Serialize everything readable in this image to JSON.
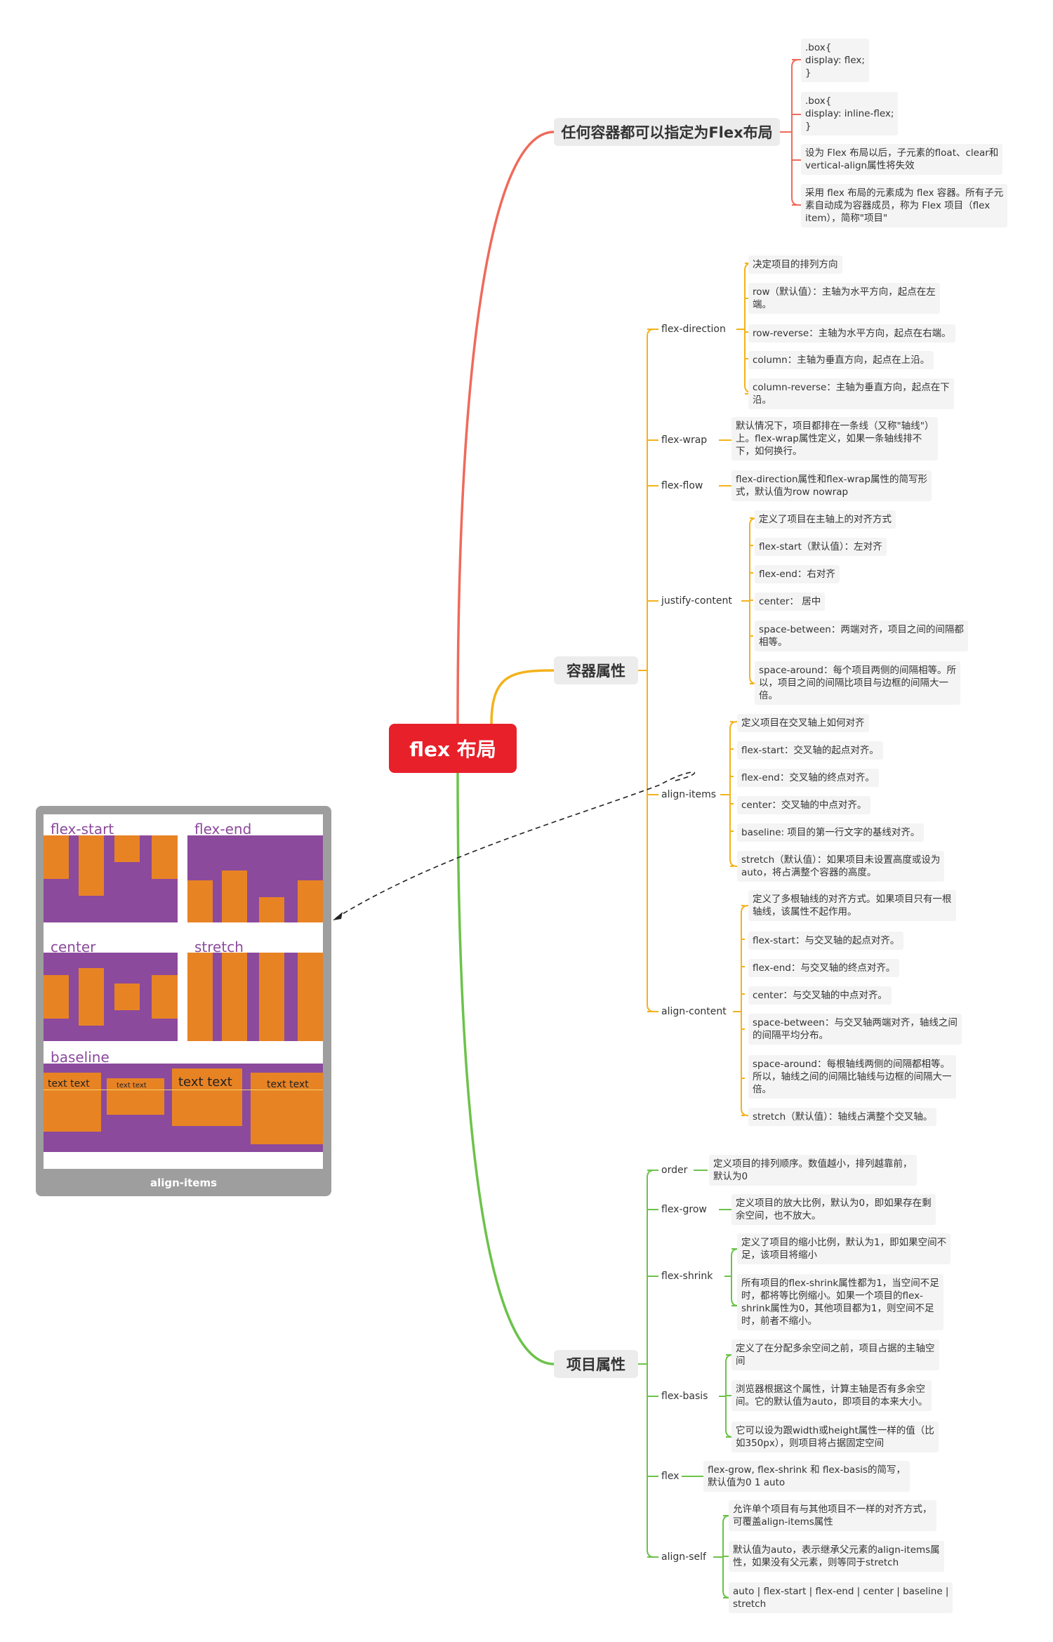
{
  "root": {
    "label": "flex 布局"
  },
  "branches": {
    "container_any": {
      "label": "任何容器都可以指定为Flex布局",
      "color": "#ef6a5a"
    },
    "container_props": {
      "label": "容器属性",
      "color": "#f3b21c"
    },
    "item_props": {
      "label": "项目属性",
      "color": "#6cc24a"
    }
  },
  "container_any_items": [
    ".box{\n  display: flex;\n}",
    ".box{\n  display: inline-flex;\n}",
    "设为 Flex 布局以后，子元素的float、clear和\nvertical-align属性将失效",
    "采用 flex 布局的元素成为 flex 容器。所有子元\n素自动成为容器成员，称为 Flex 项目（flex\nitem），简称\"项目\""
  ],
  "container_props_children": [
    {
      "label": "flex-direction",
      "items": [
        "决定项目的排列方向",
        "row（默认值）：主轴为水平方向，起点在左\n端。",
        "row-reverse：主轴为水平方向，起点在右端。",
        "column：主轴为垂直方向，起点在上沿。",
        "column-reverse：主轴为垂直方向，起点在下\n沿。"
      ]
    },
    {
      "label": "flex-wrap",
      "items": [
        "默认情况下，项目都排在一条线（又称\"轴线\"）\n上。flex-wrap属性定义，如果一条轴线排不\n下，如何换行。"
      ]
    },
    {
      "label": "flex-flow",
      "items": [
        "flex-direction属性和flex-wrap属性的简写形\n式，默认值为row nowrap"
      ]
    },
    {
      "label": "justify-content",
      "items": [
        "定义了项目在主轴上的对齐方式",
        "flex-start（默认值）：左对齐",
        "flex-end：右对齐",
        "center： 居中",
        "space-between：两端对齐，项目之间的间隔都\n相等。",
        "space-around：每个项目两侧的间隔相等。所\n以，项目之间的间隔比项目与边框的间隔大一\n倍。"
      ]
    },
    {
      "label": "align-items",
      "items": [
        "定义项目在交叉轴上如何对齐",
        "flex-start：交叉轴的起点对齐。",
        "flex-end：交叉轴的终点对齐。",
        "center：交叉轴的中点对齐。",
        "baseline: 项目的第一行文字的基线对齐。",
        "stretch（默认值）：如果项目未设置高度或设为\nauto，将占满整个容器的高度。"
      ]
    },
    {
      "label": "align-content",
      "items": [
        "定义了多根轴线的对齐方式。如果项目只有一根\n轴线，该属性不起作用。",
        "flex-start：与交叉轴的起点对齐。",
        "flex-end：与交叉轴的终点对齐。",
        "center：与交叉轴的中点对齐。",
        "space-between：与交叉轴两端对齐，轴线之间\n的间隔平均分布。",
        "space-around：每根轴线两侧的间隔都相等。\n所以，轴线之间的间隔比轴线与边框的间隔大一\n倍。",
        "stretch（默认值）：轴线占满整个交叉轴。"
      ]
    }
  ],
  "item_props_children": [
    {
      "label": "order",
      "items": [
        "定义项目的排列顺序。数值越小，排列越靠前，\n默认为0"
      ]
    },
    {
      "label": "flex-grow",
      "items": [
        "定义项目的放大比例，默认为0，即如果存在剩\n余空间，也不放大。"
      ]
    },
    {
      "label": "flex-shrink",
      "items": [
        "定义了项目的缩小比例，默认为1，即如果空间不\n足，该项目将缩小",
        "所有项目的flex-shrink属性都为1，当空间不足\n时，都将等比例缩小。如果一个项目的flex-\nshrink属性为0，其他项目都为1，则空间不足\n时，前者不缩小。"
      ]
    },
    {
      "label": "flex-basis",
      "items": [
        "定义了在分配多余空间之前，项目占据的主轴空\n间",
        "浏览器根据这个属性，计算主轴是否有多余空\n间。它的默认值为auto，即项目的本来大小。",
        "它可以设为跟width或height属性一样的值（比\n如350px），则项目将占据固定空间"
      ]
    },
    {
      "label": "flex",
      "items": [
        "flex-grow, flex-shrink 和 flex-basis的简写，\n默认值为0 1 auto"
      ]
    },
    {
      "label": "align-self",
      "items": [
        "允许单个项目有与其他项目不一样的对齐方式，\n可覆盖align-items属性",
        "默认值为auto，表示继承父元素的align-items属\n性，如果没有父元素，则等同于stretch",
        "auto | flex-start | flex-end | center | baseline |\nstretch"
      ]
    }
  ],
  "illustration": {
    "caption": "align-items",
    "panels": {
      "flex_start": "flex-start",
      "flex_end": "flex-end",
      "center": "center",
      "stretch": "stretch",
      "baseline": "baseline"
    },
    "baseline_texts": [
      "text text",
      "text text",
      "text text",
      "text text"
    ],
    "colors": {
      "panel": "#8b4a9c",
      "block": "#e88324"
    }
  }
}
